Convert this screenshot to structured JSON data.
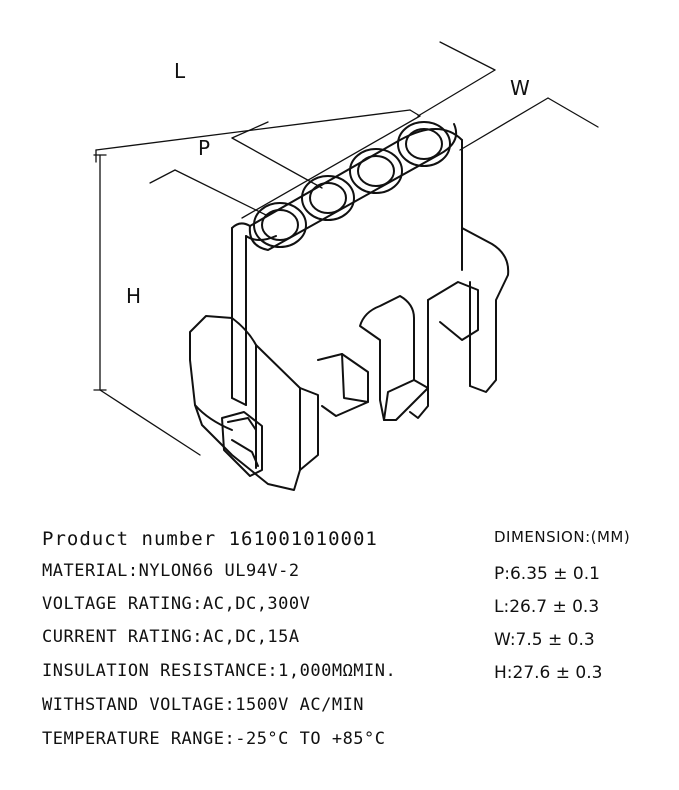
{
  "drawing": {
    "dim_labels": {
      "L": "L",
      "W": "W",
      "P": "P",
      "H": "H"
    }
  },
  "specs": {
    "product_number": "Product number 161001010001",
    "material": "MATERIAL:NYLON66 UL94V-2",
    "voltage_rating": "VOLTAGE RATING:AC,DC,300V",
    "current_rating": "CURRENT RATING:AC,DC,15A",
    "insulation_resistance": "INSULATION RESISTANCE:1,000MΩMIN.",
    "withstand_voltage": "WITHSTAND VOLTAGE:1500V AC/MIN",
    "temperature_range": "TEMPERATURE RANGE:-25°C TO +85°C"
  },
  "dimensions": {
    "heading": "DIMENSION:(MM)",
    "P": "P:6.35 ± 0.1",
    "L": "L:26.7 ± 0.3",
    "W": "W:7.5 ± 0.3",
    "H": "H:27.6 ± 0.3"
  }
}
